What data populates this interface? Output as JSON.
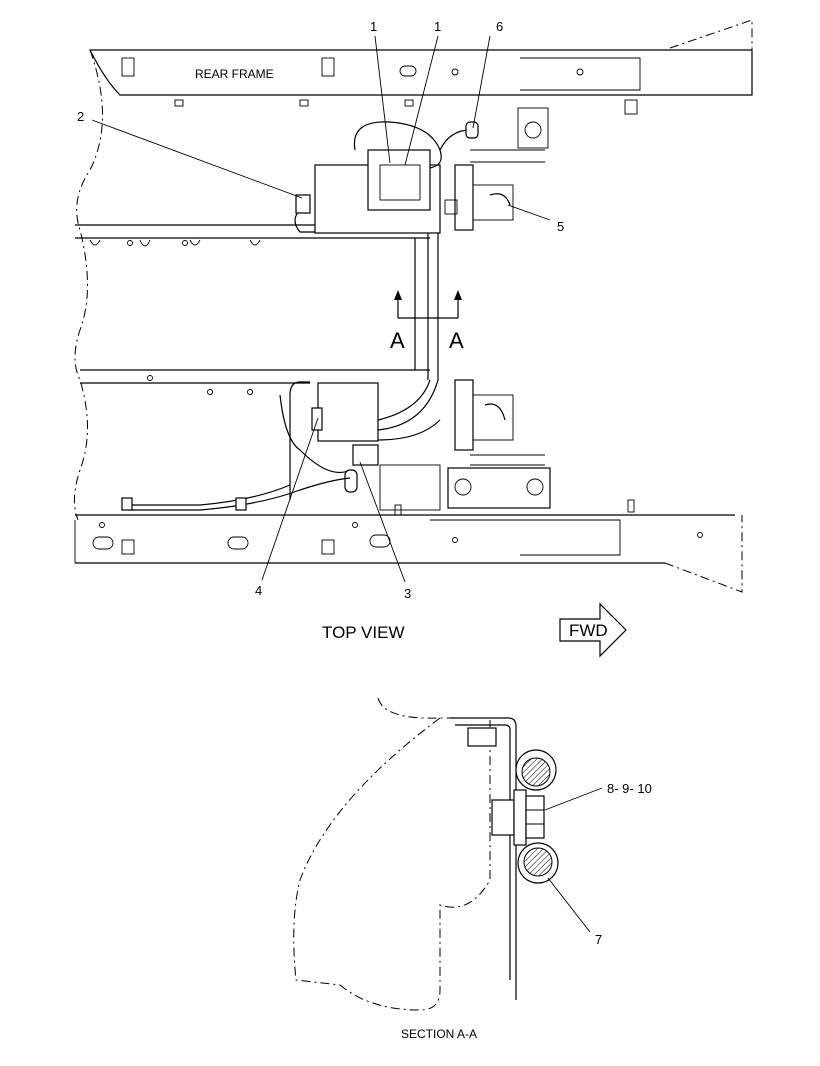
{
  "labels": {
    "frame": "REAR FRAME",
    "view_title": "TOP VIEW",
    "fwd": "FWD",
    "section_title": "SECTION A-A",
    "section_mark_left": "A",
    "section_mark_right": "A"
  },
  "callouts": [
    {
      "id": "1a",
      "text": "1"
    },
    {
      "id": "1b",
      "text": "1"
    },
    {
      "id": "6",
      "text": "6"
    },
    {
      "id": "2",
      "text": "2"
    },
    {
      "id": "5",
      "text": "5"
    },
    {
      "id": "4",
      "text": "4"
    },
    {
      "id": "3",
      "text": "3"
    },
    {
      "id": "8-9-10",
      "text": "8- 9- 10"
    },
    {
      "id": "7",
      "text": "7"
    }
  ]
}
